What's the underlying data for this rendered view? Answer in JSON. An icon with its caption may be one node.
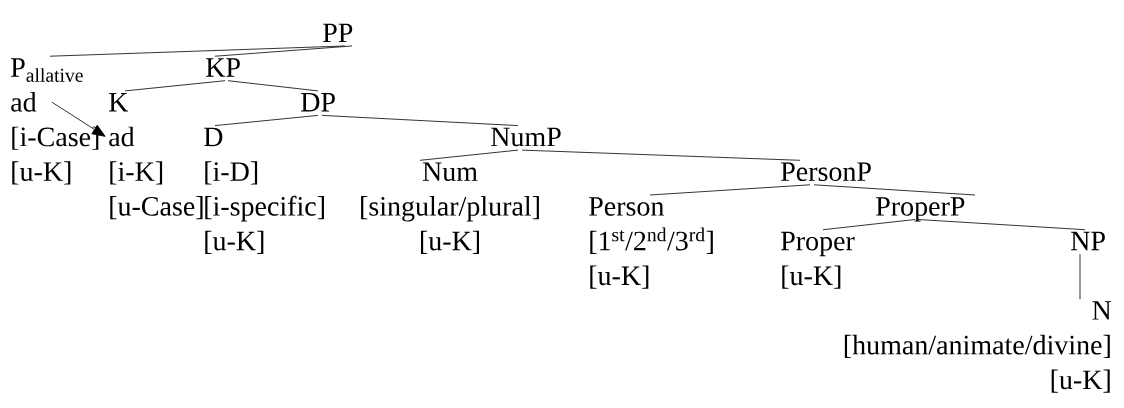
{
  "diagram": {
    "nodes": [
      {
        "text": [
          "PP"
        ]
      },
      {
        "text": [
          "P$_{allative}$",
          "ad",
          "[i-Case]",
          "[u-K]"
        ]
      },
      {
        "text": [
          "KP"
        ]
      },
      {
        "text": [
          "K",
          "ad",
          "[i-K]",
          "[u-Case]"
        ]
      },
      {
        "text": [
          "DP"
        ]
      },
      {
        "text": [
          "D",
          "[i-D]",
          "[i-specific]",
          "[u-K]"
        ]
      },
      {
        "text": [
          "NumP"
        ]
      },
      {
        "text": [
          "Num",
          "[singular/plural]",
          "[u-K]"
        ]
      },
      {
        "text": [
          "PersonP"
        ]
      },
      {
        "text": [
          "Person",
          "[1$^{st}$/2$^{nd}$/3$^{rd}$]",
          "[u-K]"
        ]
      },
      {
        "text": [
          "ProperP"
        ]
      },
      {
        "text": [
          "Proper",
          "[u-K]"
        ]
      },
      {
        "text": [
          "NP"
        ]
      },
      {
        "text": [
          "N",
          "[human/animate/divine]",
          "[u-K]"
        ]
      }
    ],
    "edges": [
      {
        "from": 0,
        "to": 1,
        "arrow": "none"
      },
      {
        "from": 0,
        "to": 2,
        "arrow": "none"
      },
      {
        "from": 2,
        "to": 3,
        "arrow": "none"
      },
      {
        "from": 2,
        "to": 4,
        "arrow": "none"
      },
      {
        "from": 4,
        "to": 5,
        "arrow": "none"
      },
      {
        "from": 4,
        "to": 6,
        "arrow": "none"
      },
      {
        "from": 6,
        "to": 7,
        "arrow": "none"
      },
      {
        "from": 6,
        "to": 8,
        "arrow": "none"
      },
      {
        "from": 8,
        "to": 9,
        "arrow": "none"
      },
      {
        "from": 8,
        "to": 10,
        "arrow": "none"
      },
      {
        "from": 10,
        "to": 11,
        "arrow": "none"
      },
      {
        "from": 10,
        "to": 12,
        "arrow": "none"
      },
      {
        "from": 12,
        "to": 13,
        "arrow": "none"
      },
      {
        "from": 1,
        "to": 3,
        "arrow": "to"
      }
    ]
  }
}
